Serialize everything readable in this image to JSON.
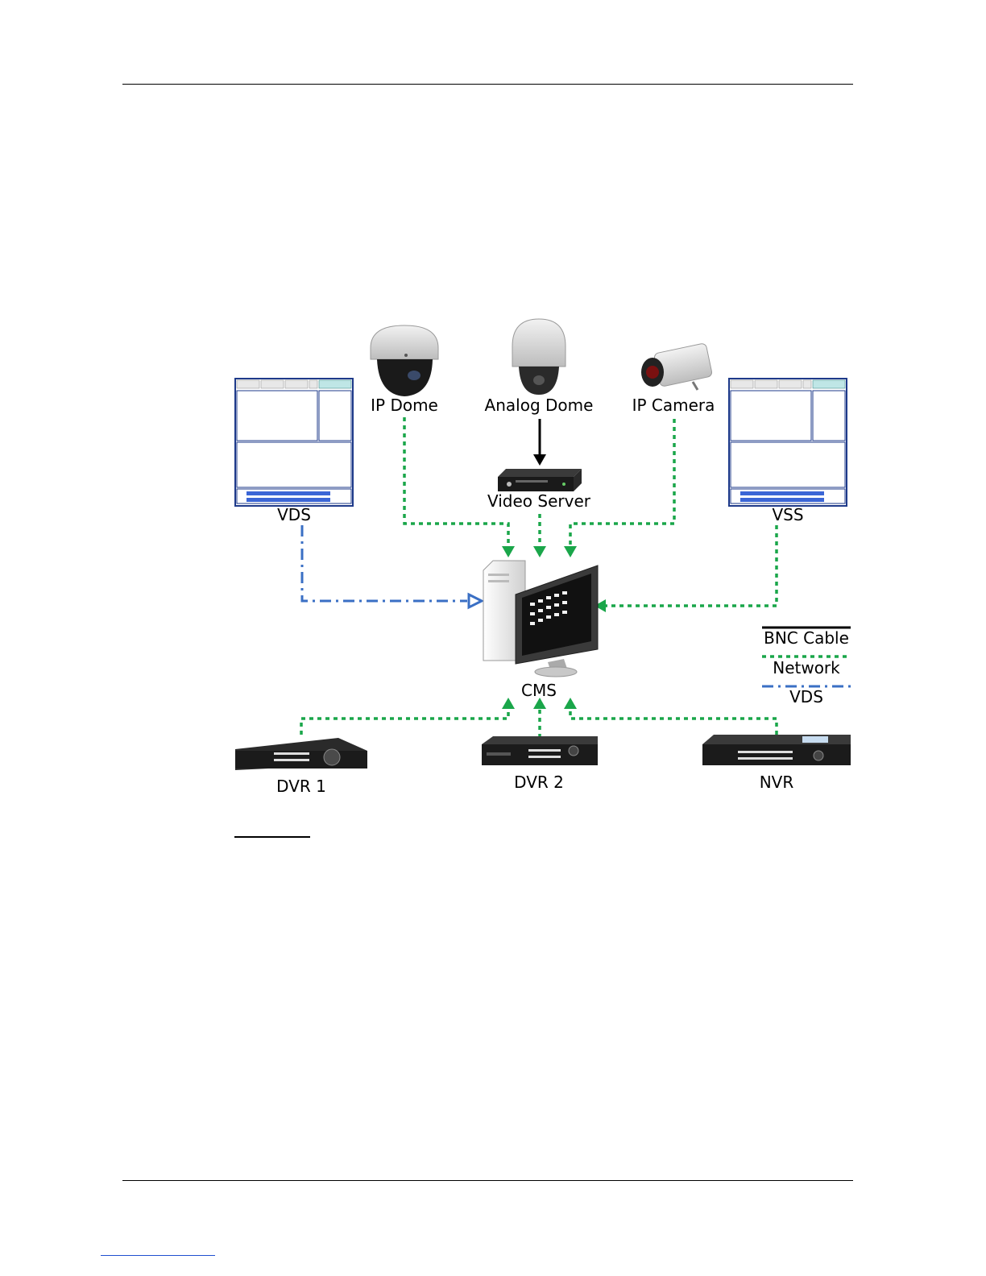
{
  "diagram": {
    "nodes": {
      "ip_dome": "IP Dome",
      "analog_dome": "Analog Dome",
      "ip_camera": "IP Camera",
      "video_server": "Video Server",
      "vds": "VDS",
      "vss": "VSS",
      "cms": "CMS",
      "dvr1": "DVR 1",
      "dvr2": "DVR 2",
      "nvr": "NVR"
    },
    "legend": [
      {
        "label": "BNC Cable",
        "style": "solid",
        "color": "#000000"
      },
      {
        "label": "Network",
        "style": "dotted",
        "color": "#1aa64a"
      },
      {
        "label": "VDS",
        "style": "dash-dot",
        "color": "#3a6fc4"
      }
    ],
    "colors": {
      "network": "#1aa64a",
      "vds": "#3a6fc4",
      "bnc": "#000000"
    }
  }
}
